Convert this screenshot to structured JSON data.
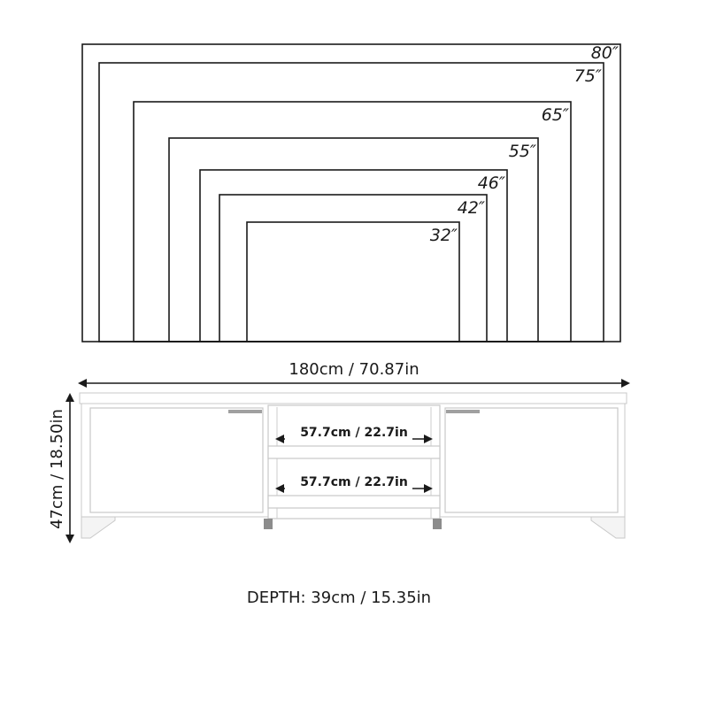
{
  "tv_sizes": [
    "80″",
    "75″",
    "65″",
    "55″",
    "46″",
    "42″",
    "32″"
  ],
  "dimensions": {
    "width": "180cm / 70.87in",
    "height": "47cm / 18.50in",
    "shelf_upper": "57.7cm / 22.7in",
    "shelf_lower": "57.7cm / 22.7in",
    "depth": "DEPTH: 39cm / 15.35in"
  },
  "colors": {
    "line": "#1a1a1a",
    "cabinet_fill": "#ffffff",
    "cabinet_edge": "#c8c8c8",
    "handle": "#a0a0a0",
    "shadow": "#ececec"
  }
}
